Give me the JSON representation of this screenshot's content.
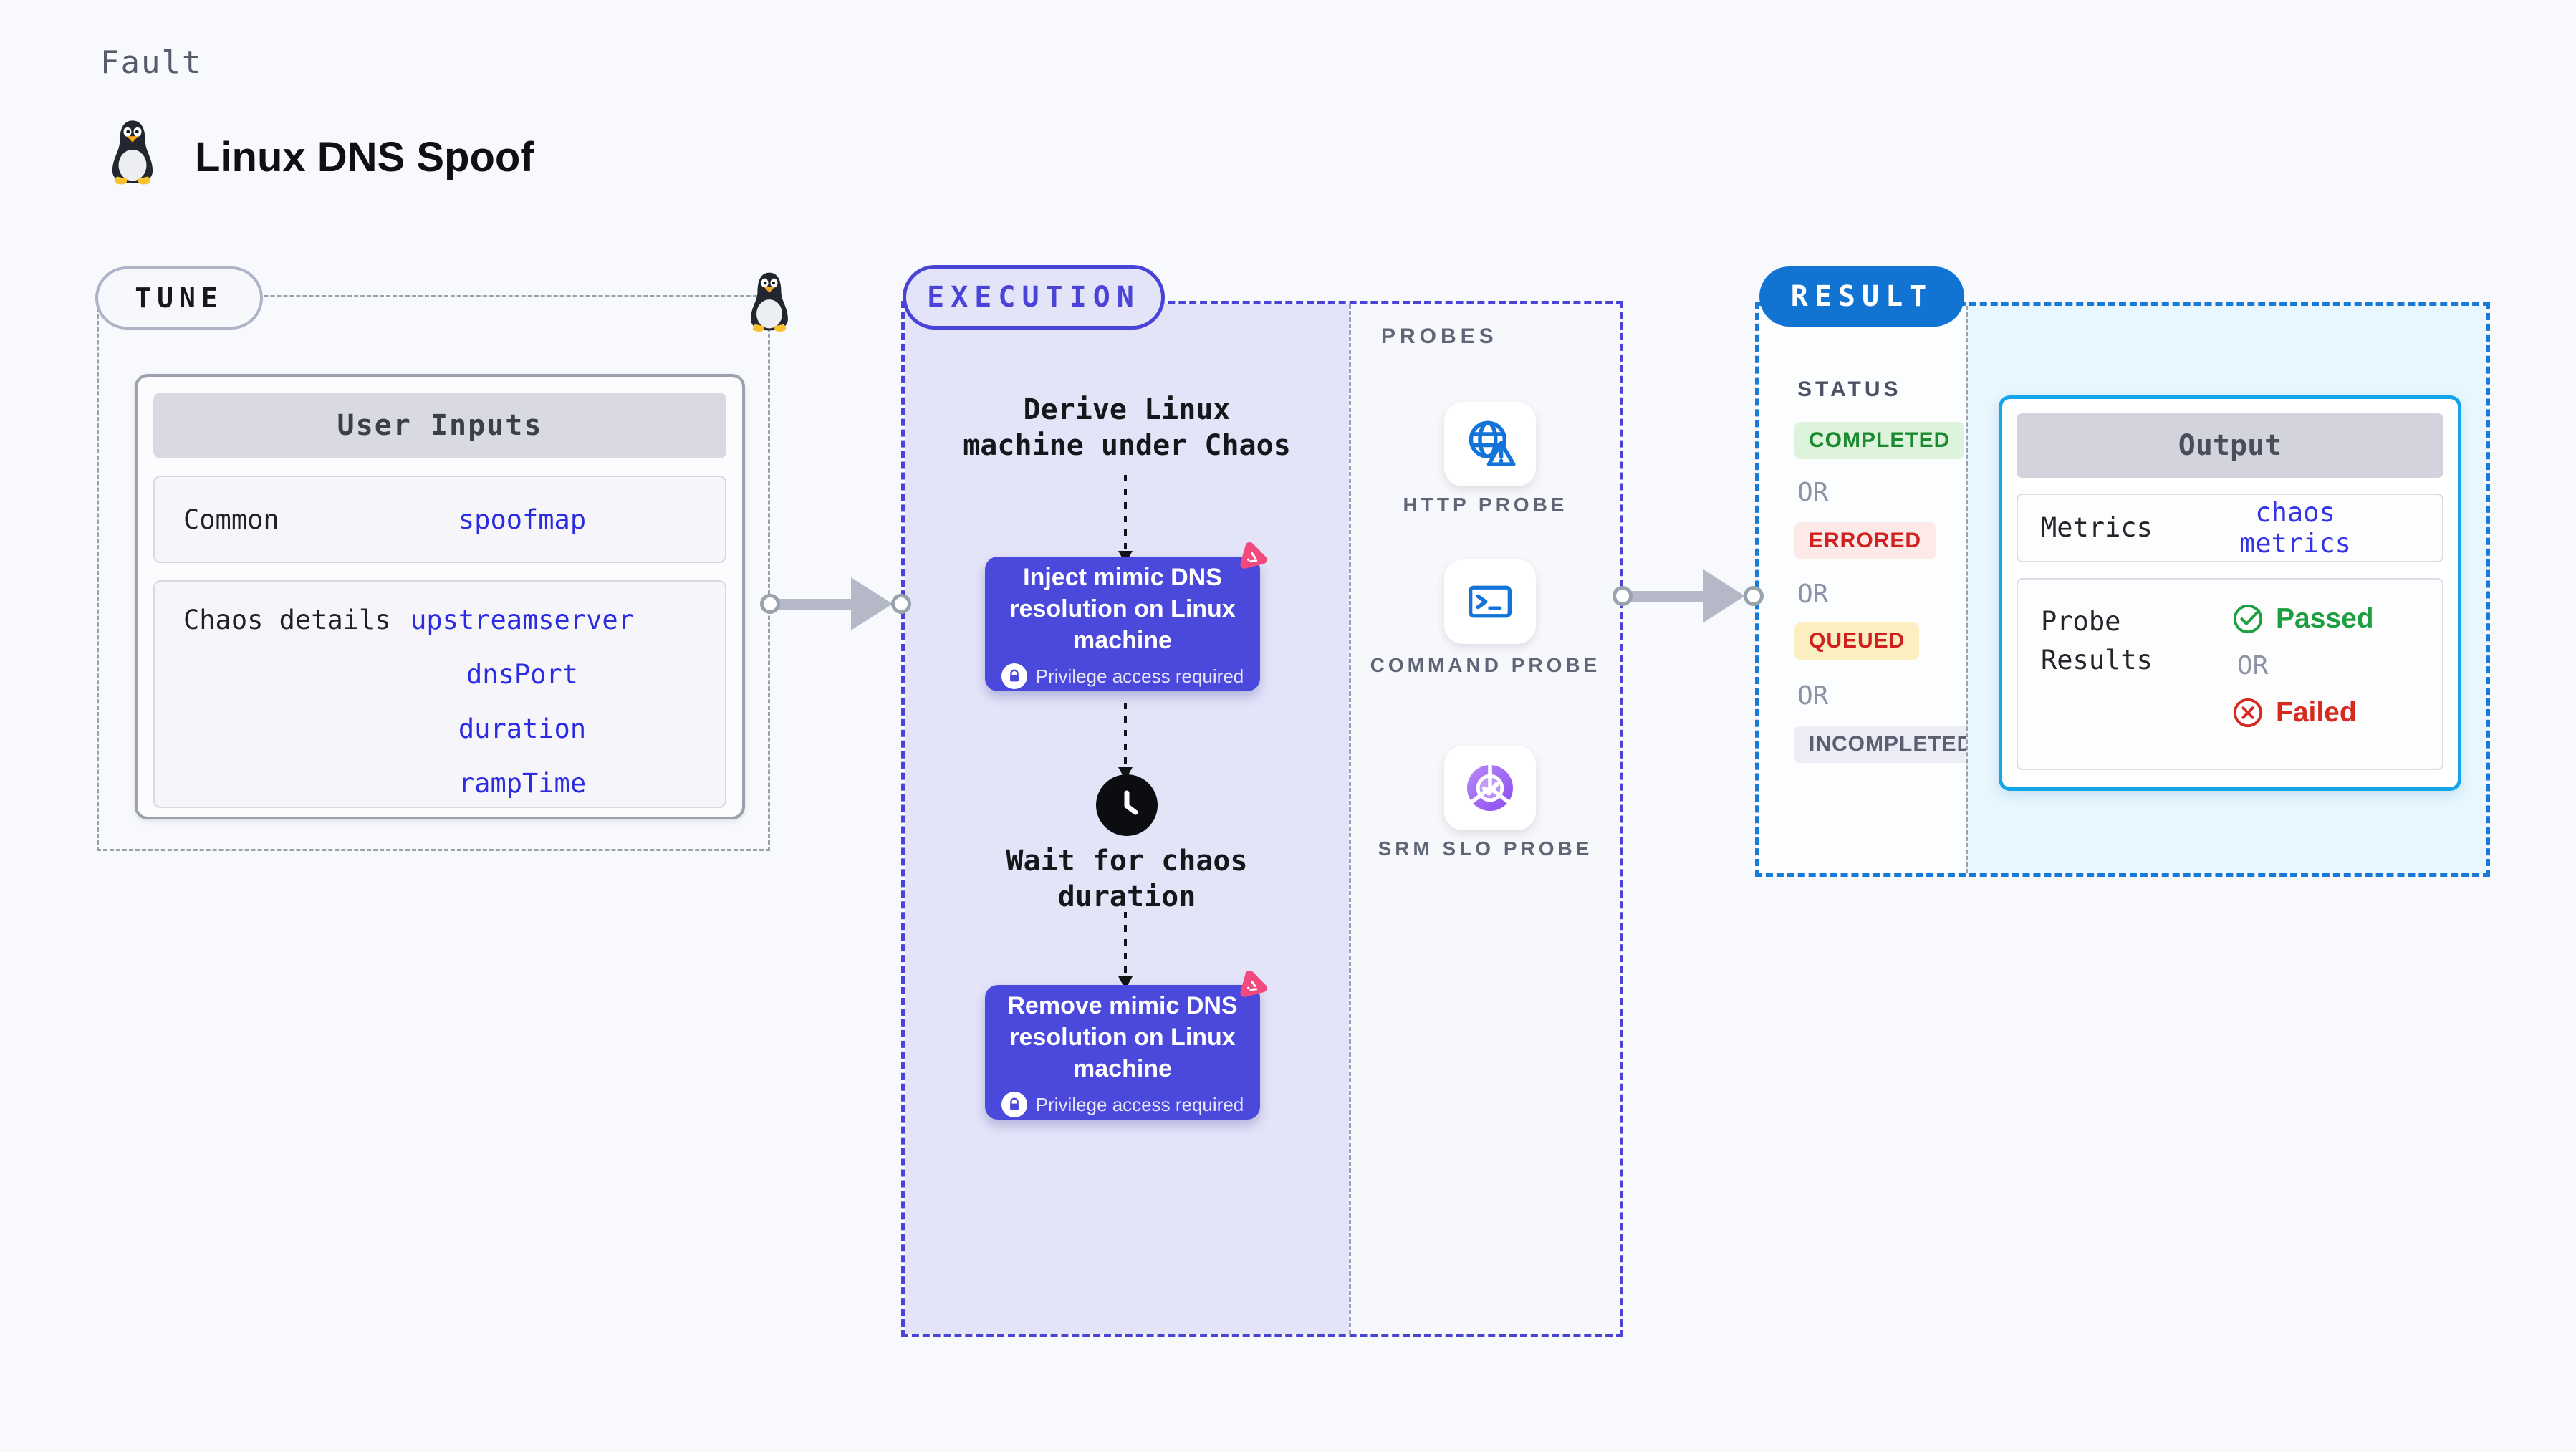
{
  "page": {
    "kicker": "Fault",
    "title": "Linux DNS Spoof"
  },
  "tune": {
    "badge": "TUNE",
    "table": {
      "header": "User Inputs",
      "rows": [
        {
          "label": "Common",
          "values": [
            "spoofmap"
          ]
        },
        {
          "label": "Chaos details",
          "values": [
            "upstreamserver",
            "dnsPort",
            "duration",
            "rampTime"
          ]
        }
      ]
    }
  },
  "execution": {
    "badge": "EXECUTION",
    "start_label": "Derive Linux machine under Chaos",
    "inject_step": {
      "title": "Inject mimic DNS resolution on Linux machine",
      "note": "Privilege access required"
    },
    "wait_label": "Wait for chaos duration",
    "remove_step": {
      "title": "Remove mimic DNS resolution on Linux machine",
      "note": "Privilege access required"
    }
  },
  "probes": {
    "title": "PROBES",
    "items": [
      {
        "label": "HTTP PROBE",
        "icon": "globe-alert-icon"
      },
      {
        "label": "COMMAND PROBE",
        "icon": "terminal-icon"
      },
      {
        "label": "SRM SLO PROBE",
        "icon": "slo-pie-check-icon"
      }
    ]
  },
  "result": {
    "badge": "RESULT",
    "status_heading": "STATUS",
    "or_label": "OR",
    "statuses": [
      {
        "label": "COMPLETED",
        "bg": "#ddf3dc",
        "color": "#1b8a2f"
      },
      {
        "label": "ERRORED",
        "bg": "#fce9e8",
        "color": "#cf2121"
      },
      {
        "label": "QUEUED",
        "bg": "#fbeec0",
        "color": "#cf2121"
      },
      {
        "label": "INCOMPLETED",
        "bg": "#ebecf4",
        "color": "#5a6072"
      }
    ],
    "output": {
      "header": "Output",
      "metrics_label": "Metrics",
      "metrics_value": "chaos metrics",
      "probe_results_label": "Probe Results",
      "passed_label": "Passed",
      "or_label": "OR",
      "failed_label": "Failed"
    }
  },
  "colors": {
    "page_bg": "#f8f9fc",
    "accent_indigo": "#4a43d8",
    "accent_blue": "#1173d2",
    "accent_cyan": "#14a5e8",
    "value_blue": "#2b2be2",
    "node_indigo": "#4b48dc",
    "chaos_pink": "#f2497f",
    "passed_green": "#1d9e3f",
    "failed_red": "#d62a20",
    "lavender_bg": "#e4e4f9",
    "probes_bg": "#f7f8fb",
    "result_bg": "#e8f6fd"
  }
}
